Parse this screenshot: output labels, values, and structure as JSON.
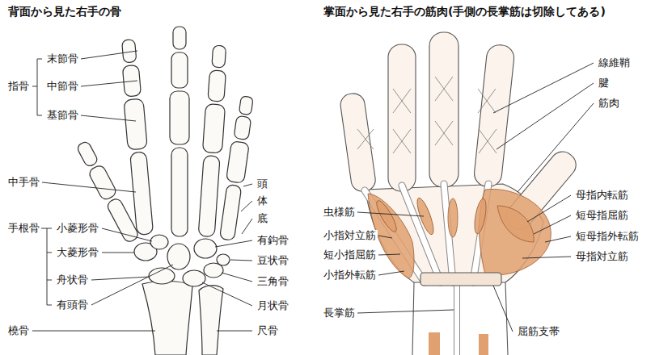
{
  "diagram": {
    "labels": [
      "背面から見た右手の骨",
      "掌面から見た右手の筋肉(手側の長掌筋は切除してある)",
      "末節骨",
      "中節骨",
      "基節骨",
      "指骨",
      "中手骨",
      "頭",
      "体",
      "底",
      "手根骨",
      "小菱形骨",
      "大菱形骨",
      "舟状骨",
      "有頭骨",
      "有鈎骨",
      "豆状骨",
      "三角骨",
      "月状骨",
      "橈骨",
      "尺骨",
      "線維鞘",
      "腱",
      "筋肉",
      "母指内転筋",
      "短母指屈筋",
      "短母指外転筋",
      "母指対立筋",
      "虫様筋",
      "小指対立筋",
      "短小指屈筋",
      "小指外転筋",
      "長掌筋",
      "屈筋支帯"
    ]
  }
}
